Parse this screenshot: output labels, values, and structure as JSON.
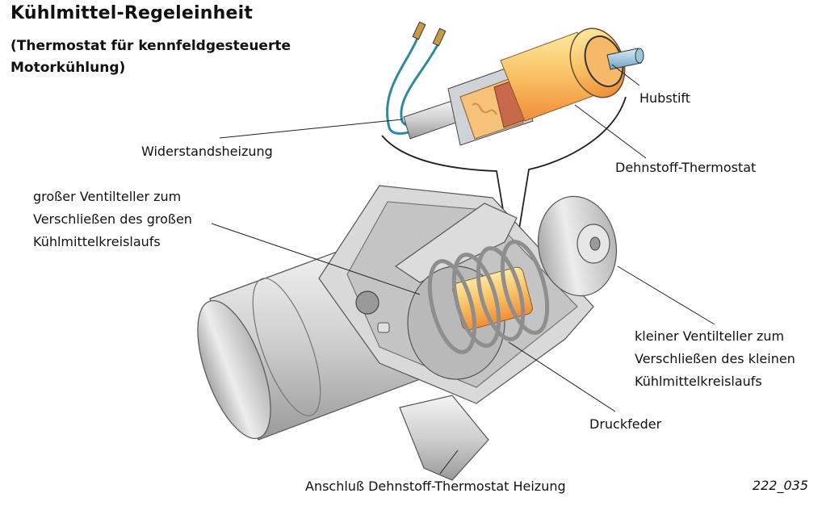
{
  "header": {
    "title": "Kühlmittel-Regeleinheit",
    "subtitle_line1": "(Thermostat für kennfeldgesteuerte",
    "subtitle_line2": "Motorkühlung)"
  },
  "labels": {
    "hubstift": "Hubstift",
    "widerstandsheizung": "Widerstandsheizung",
    "dehnstoff_thermostat": "Dehnstoff-Thermostat",
    "grosser_ventilteller": [
      "großer Ventilteller zum",
      "Verschließen des großen",
      "Kühlmittelkreislaufs"
    ],
    "kleiner_ventilteller": [
      "kleiner Ventilteller zum",
      "Verschließen des kleinen",
      "Kühlmittelkreislaufs"
    ],
    "druckfeder": "Druckfeder",
    "anschluss": "Anschluß Dehnstoff-Thermostat Heizung"
  },
  "figure_id": "222_035",
  "colors": {
    "metal_light": "#e6e6e6",
    "metal_mid": "#bdbdbd",
    "metal_dark": "#8a8a8a",
    "wax_orange": "#f7a84a",
    "wax_yellow": "#fde08a",
    "heater_red": "#c9694c",
    "wire_blue": "#2f8a9e",
    "pin_blue": "#9cc6de"
  }
}
